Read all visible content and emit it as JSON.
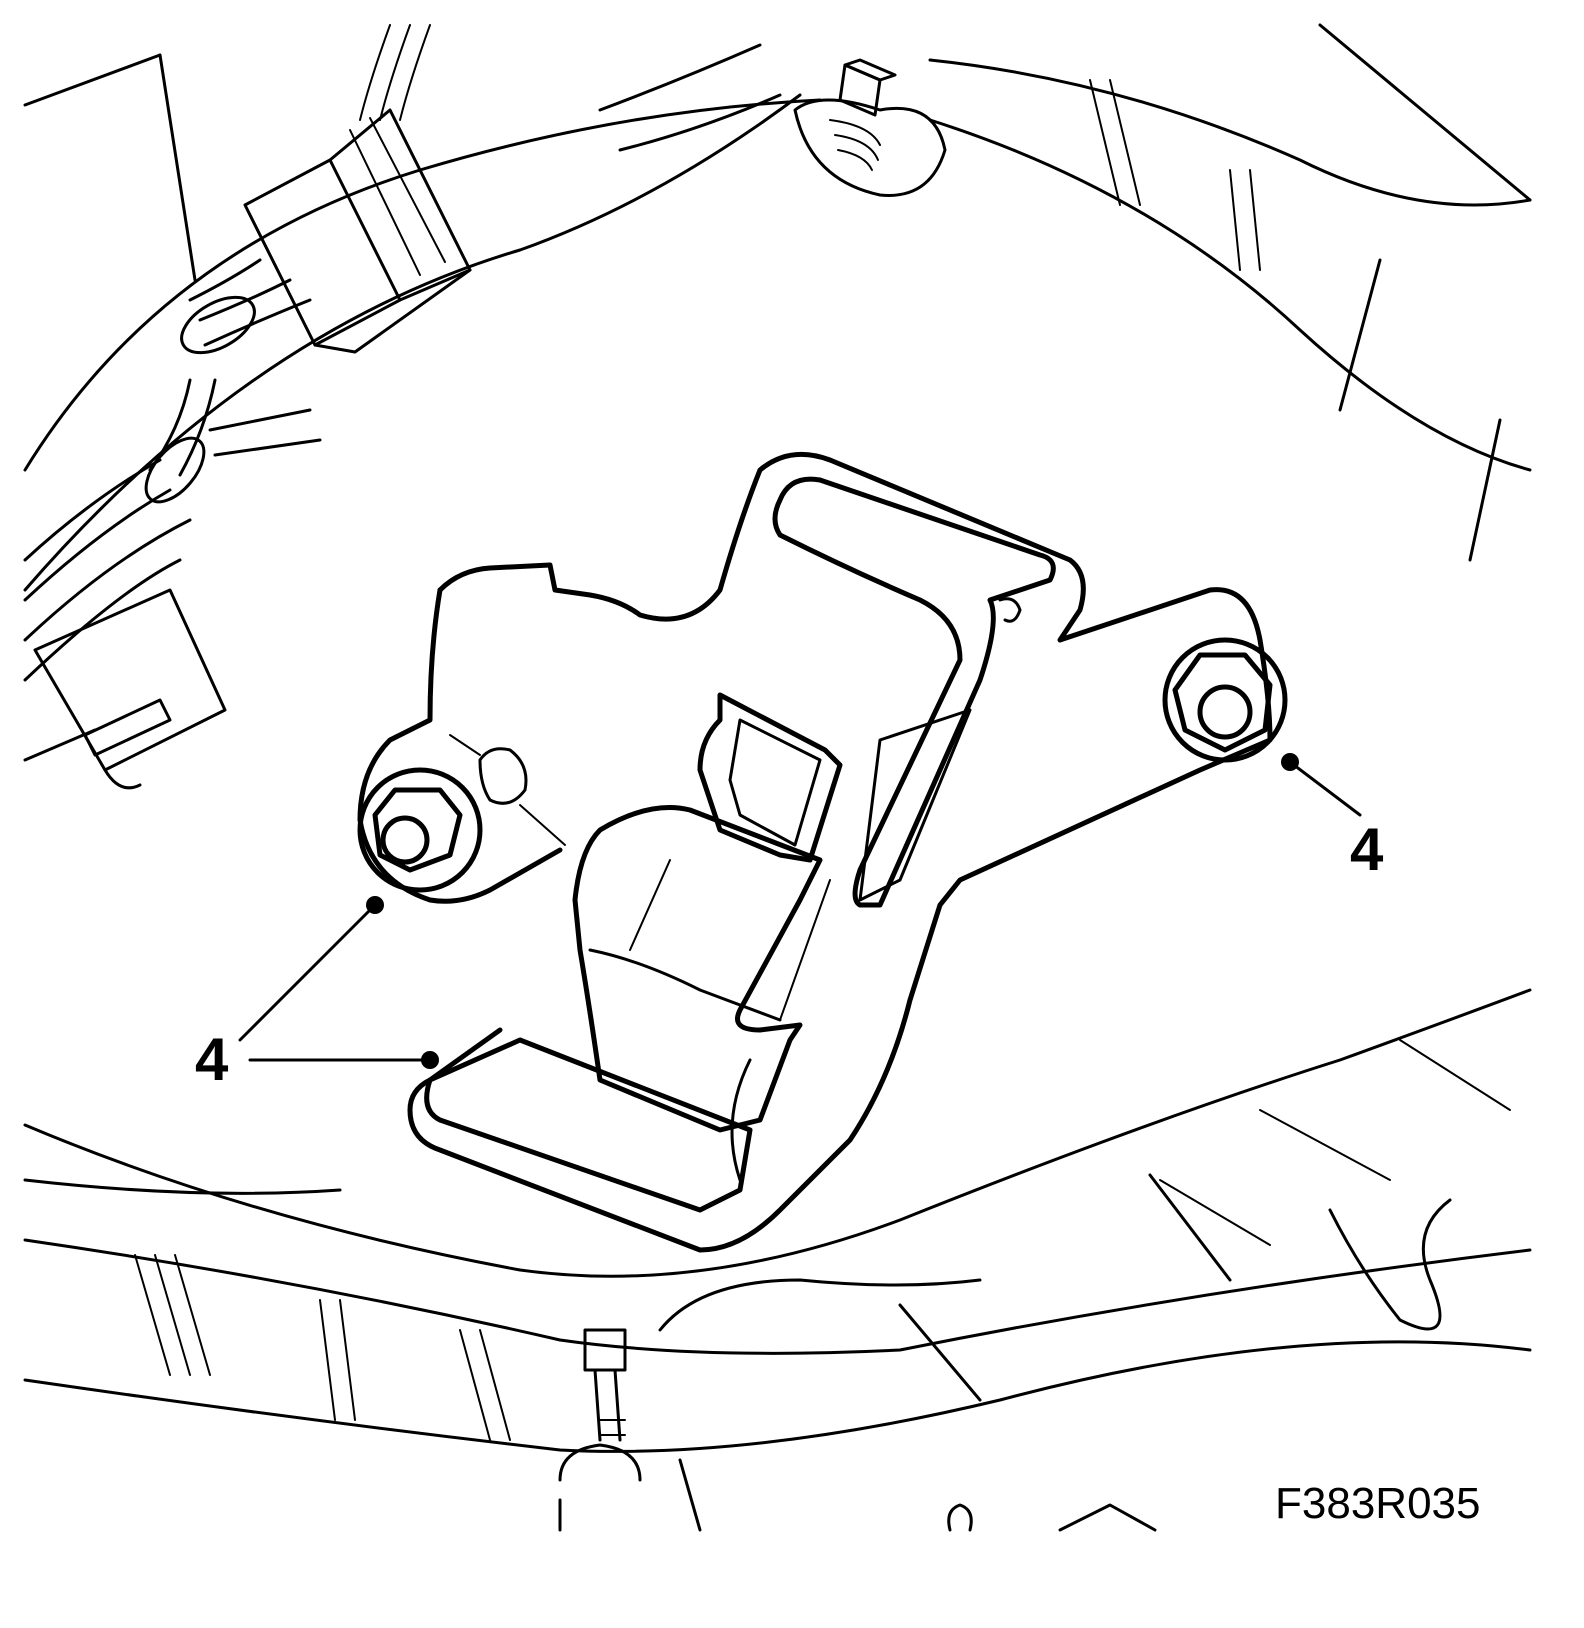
{
  "figure": {
    "id": "F383R035"
  },
  "callouts": [
    {
      "label": "4",
      "target": "right-nut"
    },
    {
      "label": "4",
      "target": "left-nut"
    },
    {
      "label": "4",
      "target": "bracket"
    }
  ],
  "colors": {
    "ink": "#000000",
    "paper": "#ffffff"
  }
}
